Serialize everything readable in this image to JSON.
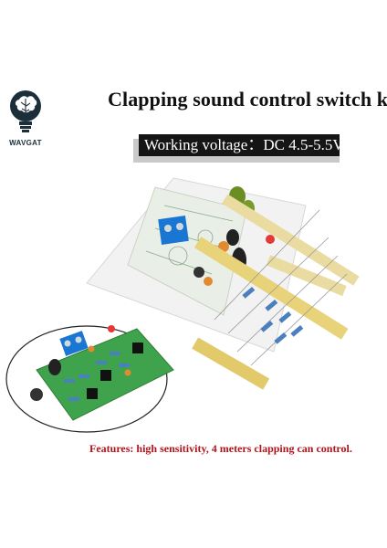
{
  "brand": {
    "name": "WAVGAT",
    "logo_icon": "brain-bulb-icon"
  },
  "title": "Clapping sound control switch kit",
  "spec": {
    "label": "Working voltage：DC 4.5-5.5V"
  },
  "features": "Features: high sensitivity, 4 meters clapping can control.",
  "colors": {
    "banner_bg": "#151515",
    "banner_text": "#ffffff",
    "features_text": "#b3121b",
    "title_text": "#111111"
  }
}
